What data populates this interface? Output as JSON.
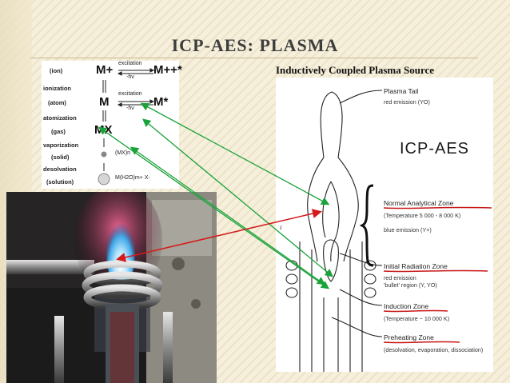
{
  "slide": {
    "title": "ICP-AES: PLASMA",
    "subtitle": "Inductively Coupled Plasma Source"
  },
  "process": {
    "rows": [
      {
        "state": "(ion)",
        "symbol": "M+",
        "excited": "M++*"
      },
      {
        "step": "ionization"
      },
      {
        "state": "(atom)",
        "symbol": "M",
        "excited": "M*"
      },
      {
        "step": "atomization"
      },
      {
        "state": "(gas)",
        "symbol": "MX"
      },
      {
        "step": "vaporization"
      },
      {
        "state": "(solid)",
        "symbol": "(MX)n"
      },
      {
        "step": "desolvation"
      },
      {
        "state": "(solution)",
        "symbol": "M(H2O)m+ X-"
      }
    ],
    "excitation_label": "excitation",
    "emission_label": "-hν"
  },
  "torch": {
    "heading": "ICP-AES",
    "zones": [
      {
        "name": "Plasma Tail",
        "detail": "red emission (YO)"
      },
      {
        "name": "Normal Analytical Zone",
        "detail": "(Temperature 5 000 - 8 000 K)",
        "detail2": "blue emission (Y+)"
      },
      {
        "name": "Initial Radiation Zone",
        "detail": "red emission",
        "detail2": "'bullet' region (Y, YO)"
      },
      {
        "name": "Induction Zone",
        "detail": "(Temperature ~ 10 000 K)"
      },
      {
        "name": "Preheating Zone",
        "detail": "(desolvation, evaporation, dissociation)"
      }
    ]
  },
  "colors": {
    "green_arrow": "#1aa33a",
    "red_arrow": "#d41a1a",
    "underline_red": "#c81818",
    "title_text": "#3d3d3d"
  }
}
